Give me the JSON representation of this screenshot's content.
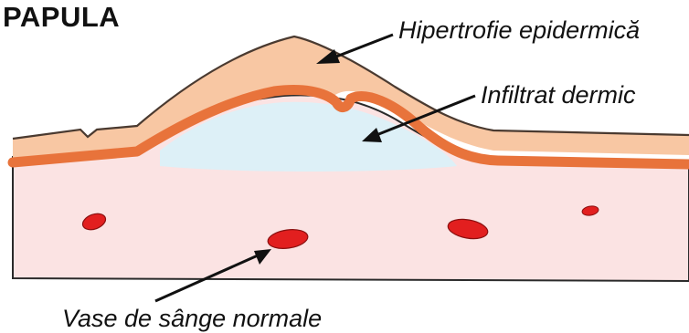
{
  "diagram": {
    "title": "PAPULA",
    "labels": {
      "epidermal_hypertrophy": "Hipertrofie epidermică",
      "dermal_infiltrate": "Infiltrat dermic",
      "normal_vessels": "Vase de sânge normale"
    },
    "colors": {
      "dermis": "#fbe3e3",
      "epidermis": "#f8c7a3",
      "basal_layer": "#e8733b",
      "infiltrate": "#ddf0f7",
      "vessel": "#e21f1f",
      "outline": "#2a2a2a"
    }
  }
}
